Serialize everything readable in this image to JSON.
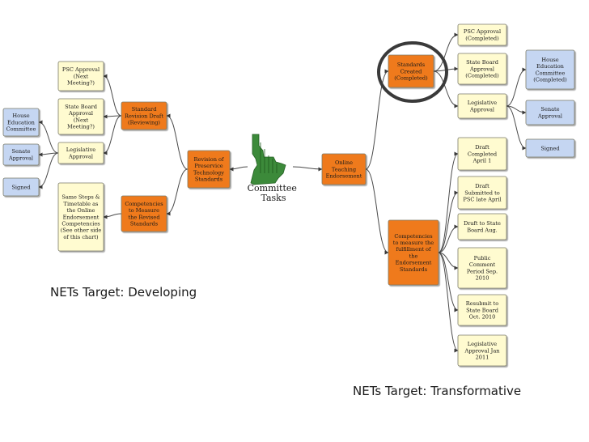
{
  "colors": {
    "yellow_fill": "#fffbd0",
    "orange_fill": "#ef7a1c",
    "blue_fill": "#c5d6f2",
    "border": "#7b7b6a",
    "line": "#4a4a4a",
    "state_green": "#3c8a3a"
  },
  "center": {
    "icon": "idaho-state-icon",
    "label": "Committee Tasks",
    "label_lines": [
      "Committee",
      "Tasks"
    ]
  },
  "nodes": {
    "rev_pre": [
      "Revision of",
      "Preservice",
      "Technology",
      "Standards"
    ],
    "std_rev": [
      "Standard",
      "Revision Draft",
      "(Reviewing)"
    ],
    "comp_left": [
      "Competencies",
      "to Measure",
      "the Revised",
      "Standards"
    ],
    "psc_l": [
      "PSC Approval",
      "(Next",
      "Meeting?)"
    ],
    "sb_l": [
      "State Board",
      "Approval",
      "(Next",
      "Meeting?)"
    ],
    "leg_l": [
      "Legislative",
      "Approval"
    ],
    "same_steps": [
      "Same Steps &",
      "Timetable as",
      "the Online",
      "Endorsement",
      "Competencies",
      "(See other side",
      "of this chart)"
    ],
    "house_l": [
      "House",
      "Education",
      "Committee"
    ],
    "senate_l": [
      "Senate",
      "Approval"
    ],
    "signed_l": [
      "Signed"
    ],
    "online": [
      "Online",
      "Teaching",
      "Endorsement"
    ],
    "std_created": [
      "Standards",
      "Created",
      "(Completed)"
    ],
    "comp_right": [
      "Competencies",
      "to measure the",
      "fulfillment of",
      "the",
      "Endorsement",
      "Standards"
    ],
    "psc_r": [
      "PSC Approval",
      "(Completed)"
    ],
    "sb_r": [
      "State Board",
      "Approval",
      "(Completed)"
    ],
    "leg_r": [
      "Legislative",
      "Approval"
    ],
    "house_r": [
      "House",
      "Education",
      "Committee",
      "(Completed)"
    ],
    "senate_r": [
      "Senate",
      "Approval"
    ],
    "signed_r": [
      "Signed"
    ],
    "draft1": [
      "Draft",
      "Completed",
      "April 1"
    ],
    "draft2": [
      "Draft",
      "Submitted to",
      "PSC late April"
    ],
    "draft3": [
      "Draft to State",
      "Board Aug."
    ],
    "public": [
      "Public",
      "Comment",
      "Period Sep.",
      "2010"
    ],
    "resubmit": [
      "Resubmit to",
      "State Board",
      "Oct. 2010"
    ],
    "leg_jan": [
      "Legislative",
      "Approval Jan",
      "2011"
    ]
  },
  "captions": {
    "left": "NETs Target: Developing",
    "right": "NETs Target: Transformative"
  }
}
